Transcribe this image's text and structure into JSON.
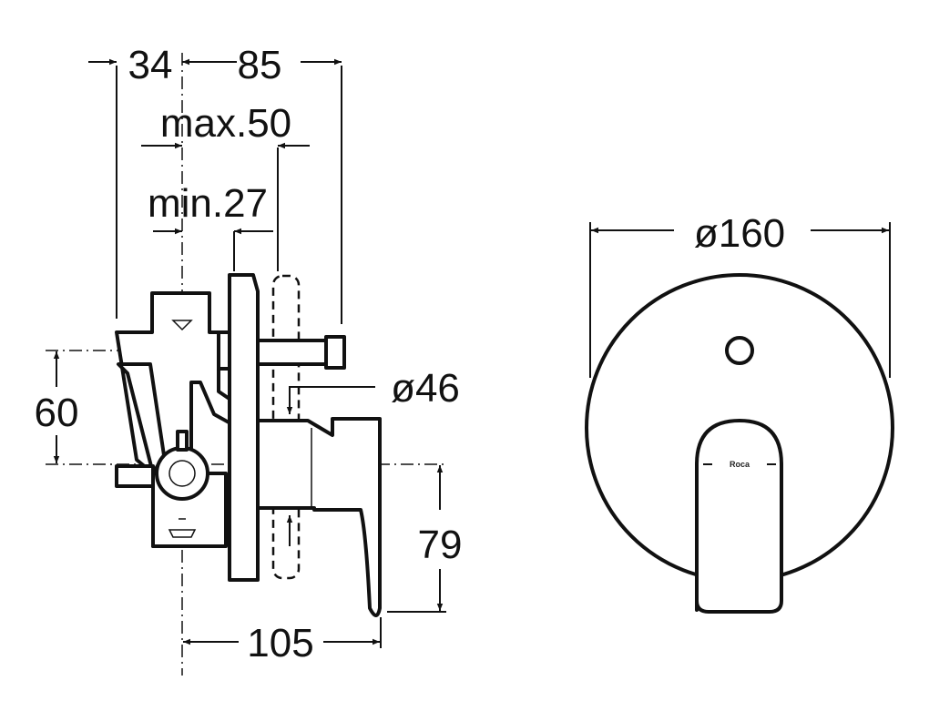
{
  "drawing": {
    "dimensions": {
      "left_offset": "34",
      "depth": "85",
      "max_wall": "max.50",
      "min_wall": "min.27",
      "vertical_spacing": "60",
      "diameter_small": "ø46",
      "lever_height": "79",
      "lever_projection": "105",
      "plate_diameter": "ø160"
    },
    "logo": "Roca"
  }
}
